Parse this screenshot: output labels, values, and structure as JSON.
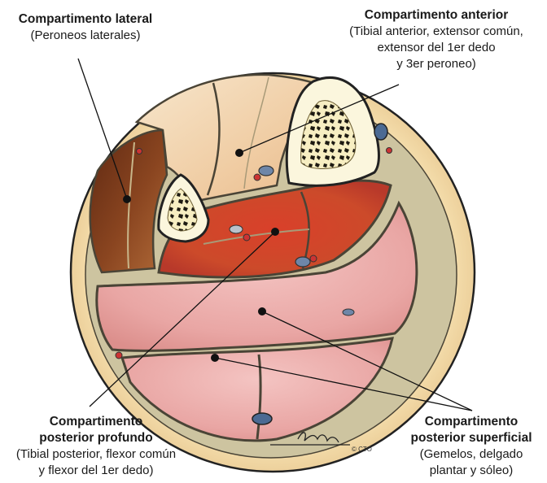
{
  "labels": {
    "lateral": {
      "title": "Compartimento lateral",
      "lines": [
        "(Peroneos laterales)"
      ]
    },
    "anterior": {
      "title": "Compartimento anterior",
      "lines": [
        "(Tibial anterior, extensor común,",
        "extensor del 1er dedo",
        "y 3er peroneo)"
      ]
    },
    "profundo": {
      "title_lines": [
        "Compartimento",
        "posterior profundo"
      ],
      "lines": [
        "(Tibial posterior, flexor común",
        "y flexor del 1er dedo)"
      ]
    },
    "superficial": {
      "title_lines": [
        "Compartimento",
        "posterior superficial"
      ],
      "lines": [
        "(Gemelos, delgado",
        "plantar y sóleo)"
      ]
    }
  },
  "copyright": "© CTO",
  "colors": {
    "skin": "#f0d9a8",
    "fascia": "#cfc7a6",
    "lateral_muscle": "#7a3a1c",
    "anterior_muscle": "#f2d5b0",
    "deep_posterior_muscle": "#d4472e",
    "superficial_muscle": "#e7a3a0",
    "bone_cortex": "#fbf6dd",
    "outline": "#222222"
  }
}
